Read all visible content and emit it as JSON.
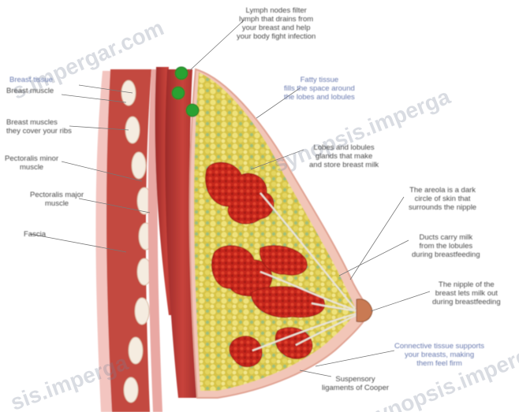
{
  "labels": {
    "breast_tissue": "Breast tissue",
    "breast_muscle": "Breast muscle",
    "pectoralis_muscles": "Breast muscles\nthey cover your ribs",
    "pectoralis_minor": "Pectoralis minor\nmuscle",
    "pectoralis_major": "Pectoralis major\nmuscle",
    "fascia": "Fascia",
    "lymph_nodes": "Lymph nodes filter\nlymph that drains from\nyour breast and help\nyour body fight infection",
    "fatty_tissue": "Fatty tissue\nfills the space around\nthe lobes and lobules",
    "lobes": "Lobes and lobules\nglands that make\nand store breast milk",
    "areola": "The areola is a dark\ncircle of skin that\nsurrounds the nipple",
    "ducts": "Ducts carry milk\nfrom the lobules\nduring breastfeeding",
    "nipple": "The nipple of the\nbreast lets milk out\nduring breastfeeding",
    "connective_tissue": "Connective tissue supports\nyour breasts, making\nthem feel firm",
    "ligaments": "Suspensory\nligaments of Cooper"
  },
  "watermarks": {
    "wm1": "s.impergar.com",
    "wm2": "synopsis.imperga",
    "wm3": "sis.imperga",
    "wm4": "ynopsis.imperga"
  },
  "colors": {
    "muscle": "#b83a35",
    "rib": "#f3ead8",
    "fat": "#e0cf45",
    "lobule": "#cf2d1b",
    "lymph": "#2aa132",
    "skin": "#f4c2b6",
    "nipple": "#c97a52"
  }
}
